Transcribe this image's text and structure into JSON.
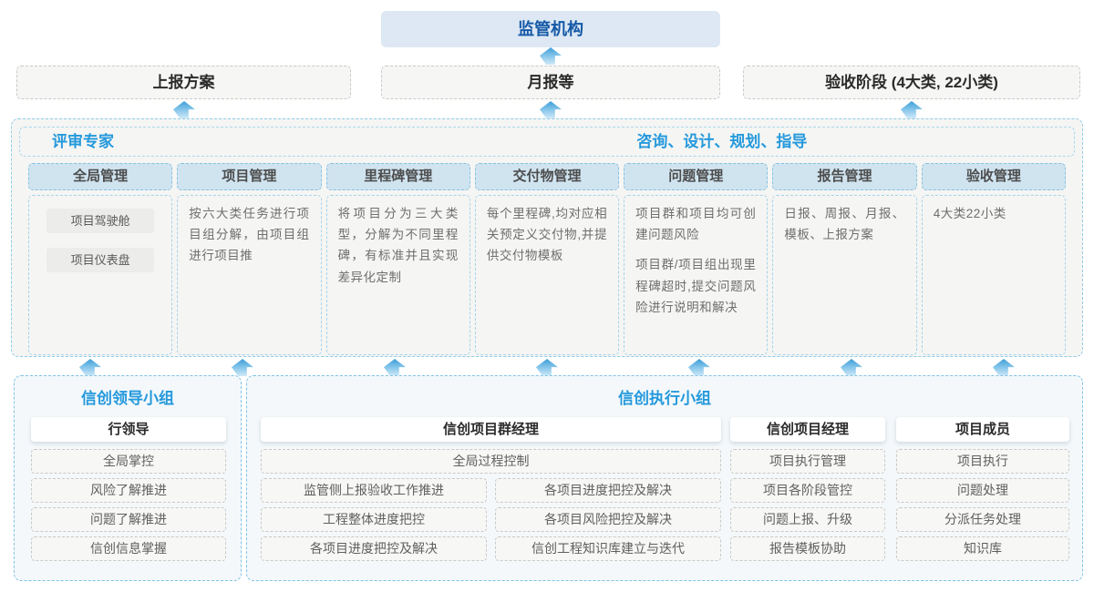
{
  "palette": {
    "accent_blue": "#2599dc",
    "dark_blue": "#1559a6",
    "header_bg": "#d0e4f0",
    "dashed_blue": "#8ecbe9",
    "arrow_blue": "#3e9ed9"
  },
  "icons": {
    "up_arrow": "up-arrow-icon"
  },
  "top_chain": {
    "regulator": "监管机构",
    "report_plan": "上报方案",
    "monthly_report": "月报等",
    "acceptance_stage": "验收阶段 (4大类, 22小类)"
  },
  "review_panel": {
    "left_label": "评审专家",
    "center_label": "咨询、设计、规划、指导"
  },
  "columns": [
    {
      "header": "全局管理",
      "chips": [
        "项目驾驶舱",
        "项目仪表盘"
      ]
    },
    {
      "header": "项目管理",
      "body": "按六大类任务进行项目组分解，由项目组进行项目推"
    },
    {
      "header": "里程碑管理",
      "body": "将项目分为三大类型，分解为不同里程碑，有标准并且实现差异化定制"
    },
    {
      "header": "交付物管理",
      "body": "每个里程碑,均对应相关预定义交付物,并提供交付物模板"
    },
    {
      "header": "问题管理",
      "paragraphs": [
        "项目群和项目均可创建问题风险",
        "项目群/项目组出现里程碑超时,提交问题风险进行说明和解决"
      ]
    },
    {
      "header": "报告管理",
      "body": "日报、周报、月报、模板、上报方案"
    },
    {
      "header": "验收管理",
      "body": "4大类22小类"
    }
  ],
  "leadership_group": {
    "title": "信创领导小组",
    "role": "行领导",
    "items": [
      "全局掌控",
      "风险了解推进",
      "问题了解推进",
      "信创信息掌握"
    ]
  },
  "execution_group": {
    "title": "信创执行小组",
    "program_manager": {
      "role": "信创项目群经理",
      "top_item": "全局过程控制",
      "left_items": [
        "监管侧上报验收工作推进",
        "工程整体进度把控",
        "各项目进度把控及解决"
      ],
      "right_items": [
        "各项目进度把控及解决",
        "各项目风险把控及解决",
        "信创工程知识库建立与迭代"
      ]
    },
    "project_manager": {
      "role": "信创项目经理",
      "items": [
        "项目执行管理",
        "项目各阶段管控",
        "问题上报、升级",
        "报告模板协助"
      ]
    },
    "project_member": {
      "role": "项目成员",
      "items": [
        "项目执行",
        "问题处理",
        "分派任务处理",
        "知识库"
      ]
    }
  }
}
